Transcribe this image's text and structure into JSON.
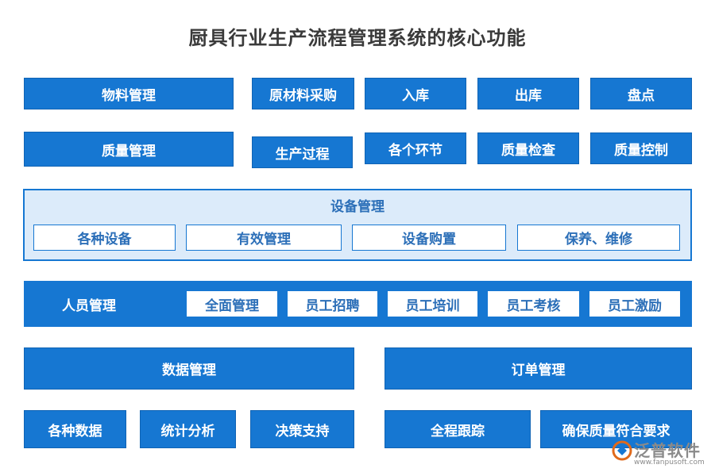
{
  "title": "厨具行业生产流程管理系统的核心功能",
  "row1": [
    "物料管理",
    "原材料采购",
    "入库",
    "出库",
    "盘点"
  ],
  "row2": [
    "质量管理",
    "生产过程",
    "各个环节",
    "质量检查",
    "质量控制"
  ],
  "equipment": {
    "title": "设备管理",
    "items": [
      "各种设备",
      "有效管理",
      "设备购置",
      "保养、维修"
    ]
  },
  "personnel": {
    "title": "人员管理",
    "items": [
      "全面管理",
      "员工招聘",
      "员工培训",
      "员工考核",
      "员工激励"
    ]
  },
  "data_mgmt": {
    "title": "数据管理",
    "items": [
      "各种数据",
      "统计分析",
      "决策支持"
    ]
  },
  "order_mgmt": {
    "title": "订单管理",
    "items": [
      "全程跟踪",
      "确保质量符合要求"
    ]
  },
  "logo": {
    "text": "泛普软件",
    "url": "www.fanpusoft.com"
  },
  "colors": {
    "primary": "#1677d2",
    "panel_bg": "#dcebfa",
    "title": "#3a3a3a"
  }
}
